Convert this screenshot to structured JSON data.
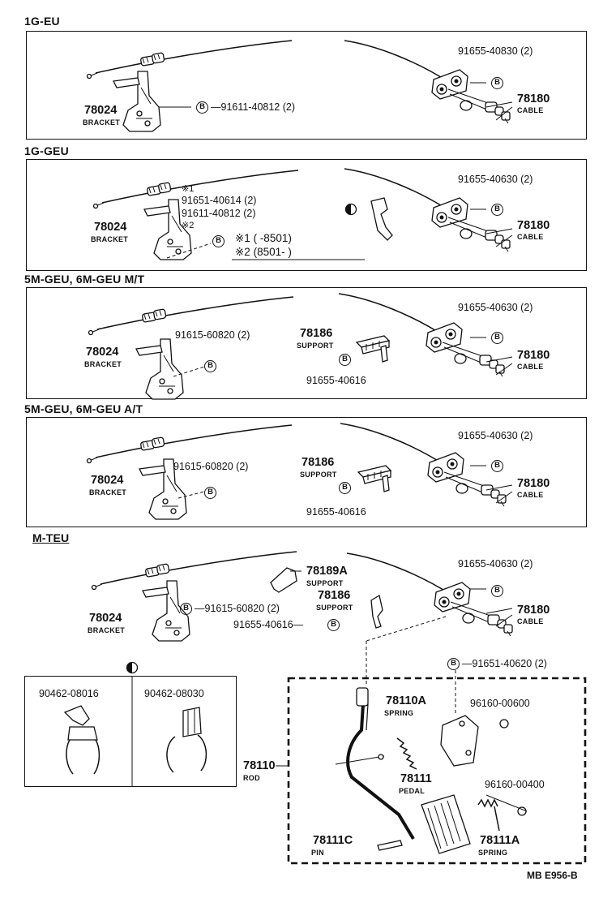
{
  "sections": [
    {
      "title": "1G-EU"
    },
    {
      "title": "1G-GEU"
    },
    {
      "title": "5M-GEU, 6M-GEU M/T"
    },
    {
      "title": "5M-GEU, 6M-GEU A/T"
    },
    {
      "title": "M-TEU"
    }
  ],
  "bolt_symbol": "B",
  "labels": {
    "bracket_no": "78024",
    "bracket": "BRACKET",
    "cable_no": "78180",
    "cable": "CABLE",
    "support_no": "78186",
    "support": "SUPPORT",
    "support2_no": "78189A",
    "p_91655_40830": "91655-40830 (2)",
    "p_91611_40812": "—91611-40812 (2)",
    "p_91655_40630": "91655-40630 (2)",
    "p_91651_40614": "91651-40614 (2)",
    "p_91611_40812b": "91611-40812 (2)",
    "star1": "※1",
    "star2": "※2",
    "note1": "※1 (      -8501)",
    "note2": "※2 (8501-       )",
    "p_91615_60820": "91615-60820 (2)",
    "p_91615_60820b": "—91615-60820 (2)",
    "p_91655_40616": "91655-40616",
    "p_91655_40616b": "91655-40616—",
    "p_91651_40620": "—91651-40620 (2)",
    "clip_a": "90462-08016",
    "clip_b": "90462-08030",
    "rod_no": "78110",
    "rod": "ROD",
    "spring_no": "78110A",
    "spring": "SPRING",
    "pad_no": "96160-00600",
    "pedal_no": "78111",
    "pedal": "PEDAL",
    "clip_no": "96160-00400",
    "pin_no": "78111C",
    "pin": "PIN",
    "spring2_no": "78111A",
    "spring2": "SPRING",
    "diagram_code": "MB E956-B"
  }
}
